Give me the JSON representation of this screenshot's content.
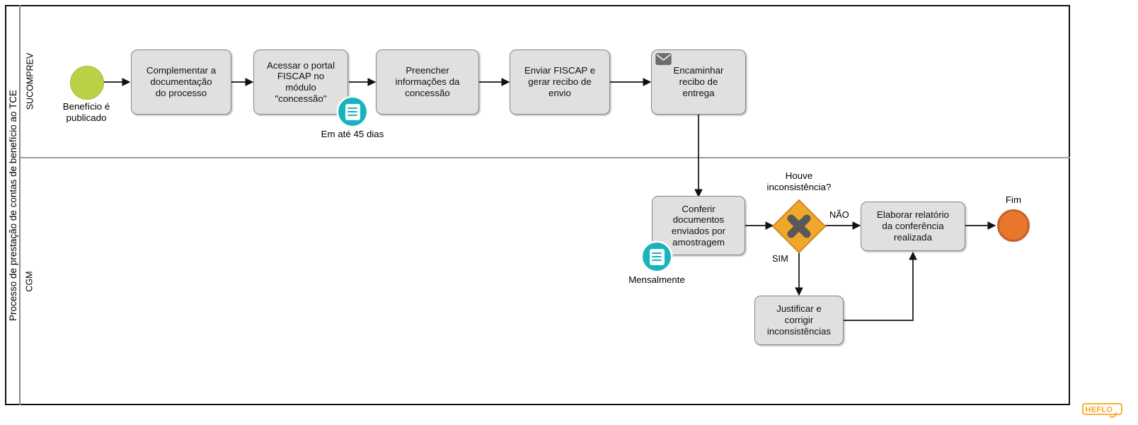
{
  "pool": {
    "title": "Processo de prestação de contas de benefício ao TCE",
    "lanes": [
      {
        "id": "sucomprev",
        "label": "SUCOMPREV"
      },
      {
        "id": "cgm",
        "label": "CGM"
      }
    ]
  },
  "events": {
    "start": {
      "name": "start-event",
      "label": "Benefício é\npublicado",
      "color": "#BCD045"
    },
    "end": {
      "name": "end-event",
      "label": "Fim",
      "color": "#E8762C"
    }
  },
  "tasks": [
    {
      "id": "complementar",
      "label": "Complementar a\ndocumentação\ndo processo",
      "marker": null
    },
    {
      "id": "acessar",
      "label": "Acessar o portal\nFISCAP no\nmódulo\n\"concessão\"",
      "marker": null
    },
    {
      "id": "preencher",
      "label": "Preencher\ninformações da\nconcessão",
      "marker": null
    },
    {
      "id": "enviar",
      "label": "Enviar FISCAP e\ngerar recibo de\nenvio",
      "marker": null
    },
    {
      "id": "encaminhar",
      "label": "Encaminhar\nrecibo de\nentrega",
      "marker": "message-icon"
    },
    {
      "id": "conferir",
      "label": "Conferir\ndocumentos\nenviados por\namostragem",
      "marker": null
    },
    {
      "id": "elaborar",
      "label": "Elaborar relatório\nda conferência\nrealizada",
      "marker": null
    },
    {
      "id": "justificar",
      "label": "Justificar e\ncorrigir\ninconsistências",
      "marker": null
    }
  ],
  "gateway": {
    "id": "houve-inconsistencia",
    "type": "exclusive",
    "label": "Houve\ninconsistência?",
    "color": "#F0A82A",
    "outcomes": [
      {
        "label": "NÃO",
        "target": "elaborar"
      },
      {
        "label": "SIM",
        "target": "justificar"
      }
    ]
  },
  "badges": [
    {
      "id": "prazo-45-dias",
      "icon": "document-list-icon",
      "caption": "Em até 45 dias",
      "color": "#17B4BF"
    },
    {
      "id": "mensalmente",
      "icon": "document-list-icon",
      "caption": "Mensalmente",
      "color": "#17B4BF"
    }
  ],
  "watermark": {
    "text": "HEFLO",
    "color": "#F5A623"
  }
}
